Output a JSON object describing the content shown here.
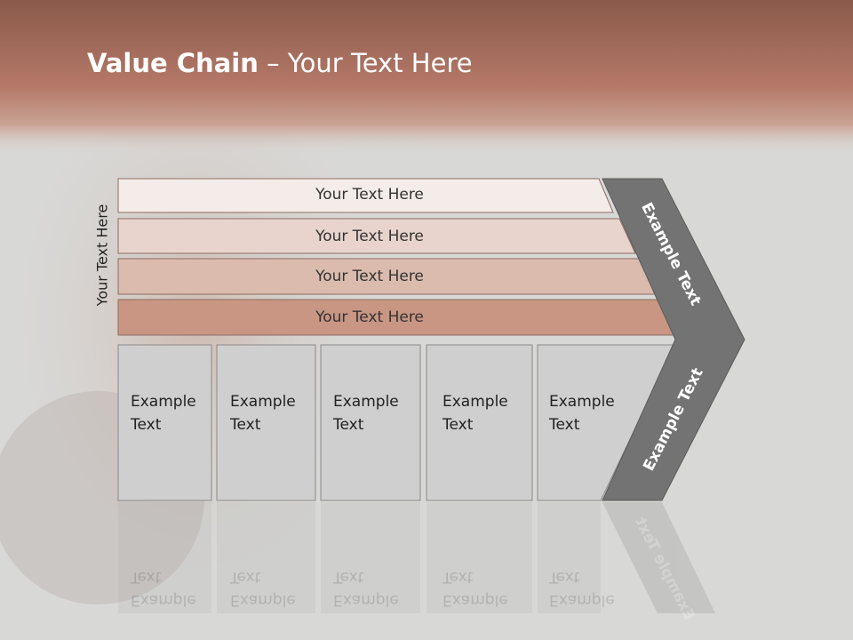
{
  "title": {
    "bold": "Value Chain",
    "rest": " – Your Text Here"
  },
  "side_label": "Your Text Here",
  "bars": [
    {
      "label": "Your Text Here"
    },
    {
      "label": "Your Text Here"
    },
    {
      "label": "Your Text Here"
    },
    {
      "label": "Your Text Here"
    }
  ],
  "boxes": [
    {
      "line1": "Example",
      "line2": "Text"
    },
    {
      "line1": "Example",
      "line2": "Text"
    },
    {
      "line1": "Example",
      "line2": "Text"
    },
    {
      "line1": "Example",
      "line2": "Text"
    },
    {
      "line1": "Example",
      "line2": "Text"
    }
  ],
  "chevron": {
    "upper": "Example Text",
    "lower": "Example Text"
  },
  "colors": {
    "header": "#b27565",
    "bar1": "#f4ece8",
    "bar2": "#e8d4cc",
    "bar3": "#dbbbad",
    "bar4": "#c99684",
    "box": "#cfcfcf",
    "chevron": "#737373"
  }
}
